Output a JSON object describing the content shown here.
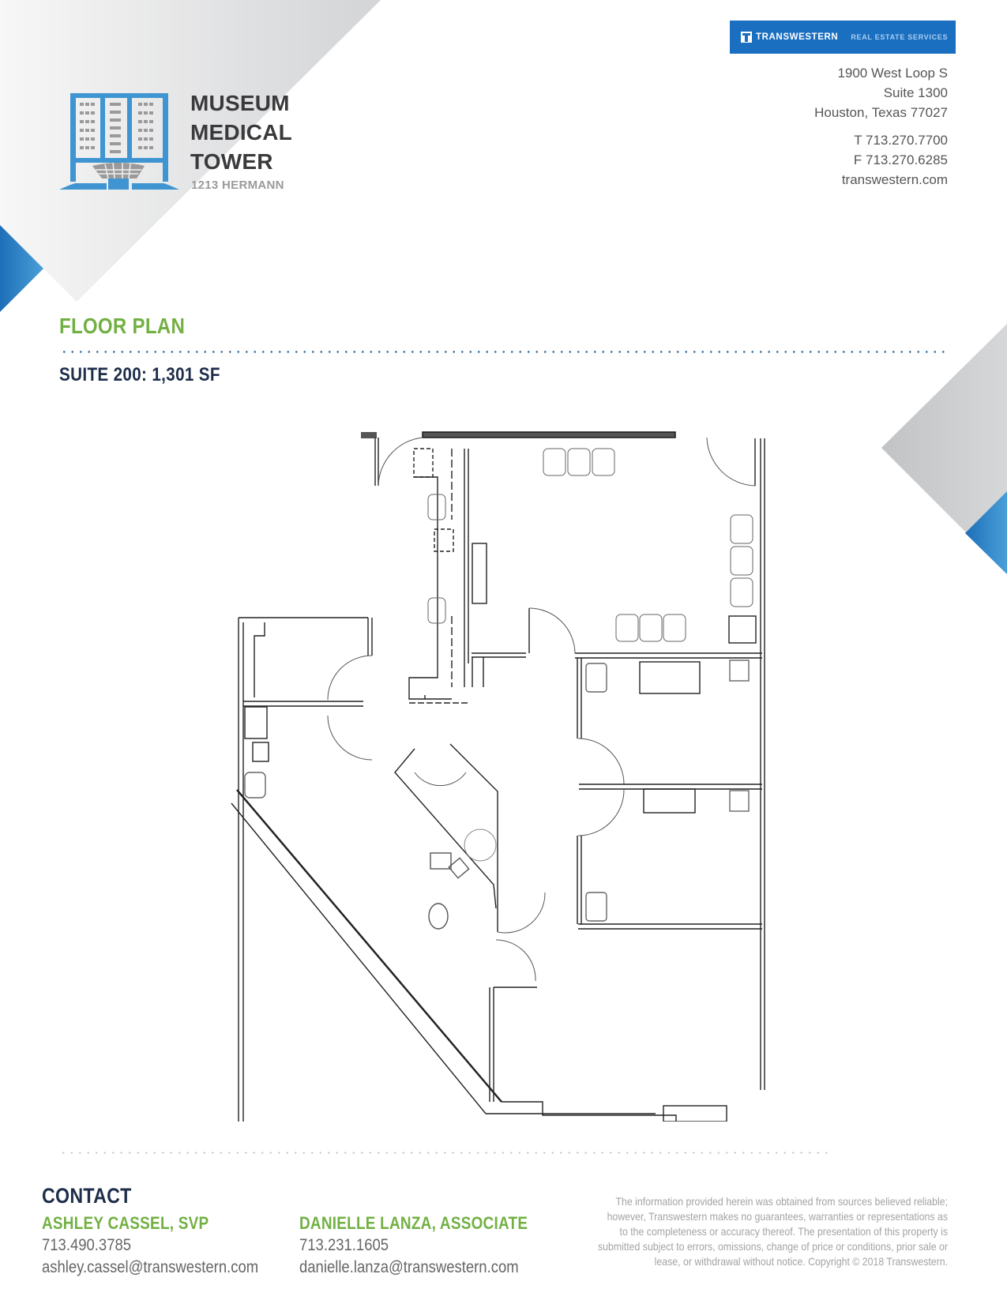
{
  "property": {
    "name_lines": [
      "MUSEUM",
      "MEDICAL",
      "TOWER"
    ],
    "address": "1213 HERMANN"
  },
  "brokerage": {
    "brand": "TRANSWESTERN",
    "tagline": "REAL ESTATE SERVICES",
    "address_lines": [
      "1900 West Loop S",
      "Suite 1300",
      "Houston, Texas 77027"
    ],
    "phone": "T 713.270.7700",
    "fax": "F 713.270.6285",
    "website": "transwestern.com"
  },
  "section": {
    "title": "FLOOR PLAN",
    "suite_label": "SUITE 200:  1,301 SF"
  },
  "floorplan": {
    "icon": "architectural-floor-plan"
  },
  "contact": {
    "title": "CONTACT",
    "people": [
      {
        "name": "ASHLEY CASSEL, SVP",
        "phone": "713.490.3785",
        "email": "ashley.cassel@transwestern.com"
      },
      {
        "name": "DANIELLE LANZA, ASSOCIATE",
        "phone": "713.231.1605",
        "email": "danielle.lanza@transwestern.com"
      }
    ]
  },
  "disclaimer": {
    "lines": [
      "The information provided herein was obtained from sources believed reliable;",
      "however, Transwestern makes no guarantees, warranties or representations as",
      "to the completeness or accuracy thereof. The presentation of this property is",
      "submitted subject to errors, omissions, change of price or conditions, prior sale or",
      "lease, or withdrawal without notice. Copyright © 2018 Transwestern."
    ]
  },
  "colors": {
    "brand_blue": "#1a6fc0",
    "accent_green": "#72b043",
    "navy": "#1d2d4a",
    "logo_blue": "#3e95d1",
    "logo_gray": "#9a9a9c"
  }
}
